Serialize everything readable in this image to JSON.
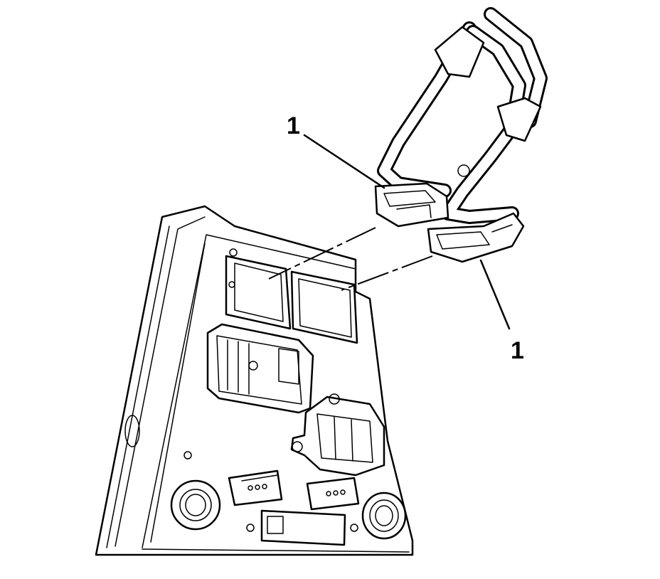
{
  "diagram": {
    "callouts": [
      {
        "id": "callout-1-upper",
        "label": "1"
      },
      {
        "id": "callout-1-lower",
        "label": "1"
      }
    ]
  }
}
